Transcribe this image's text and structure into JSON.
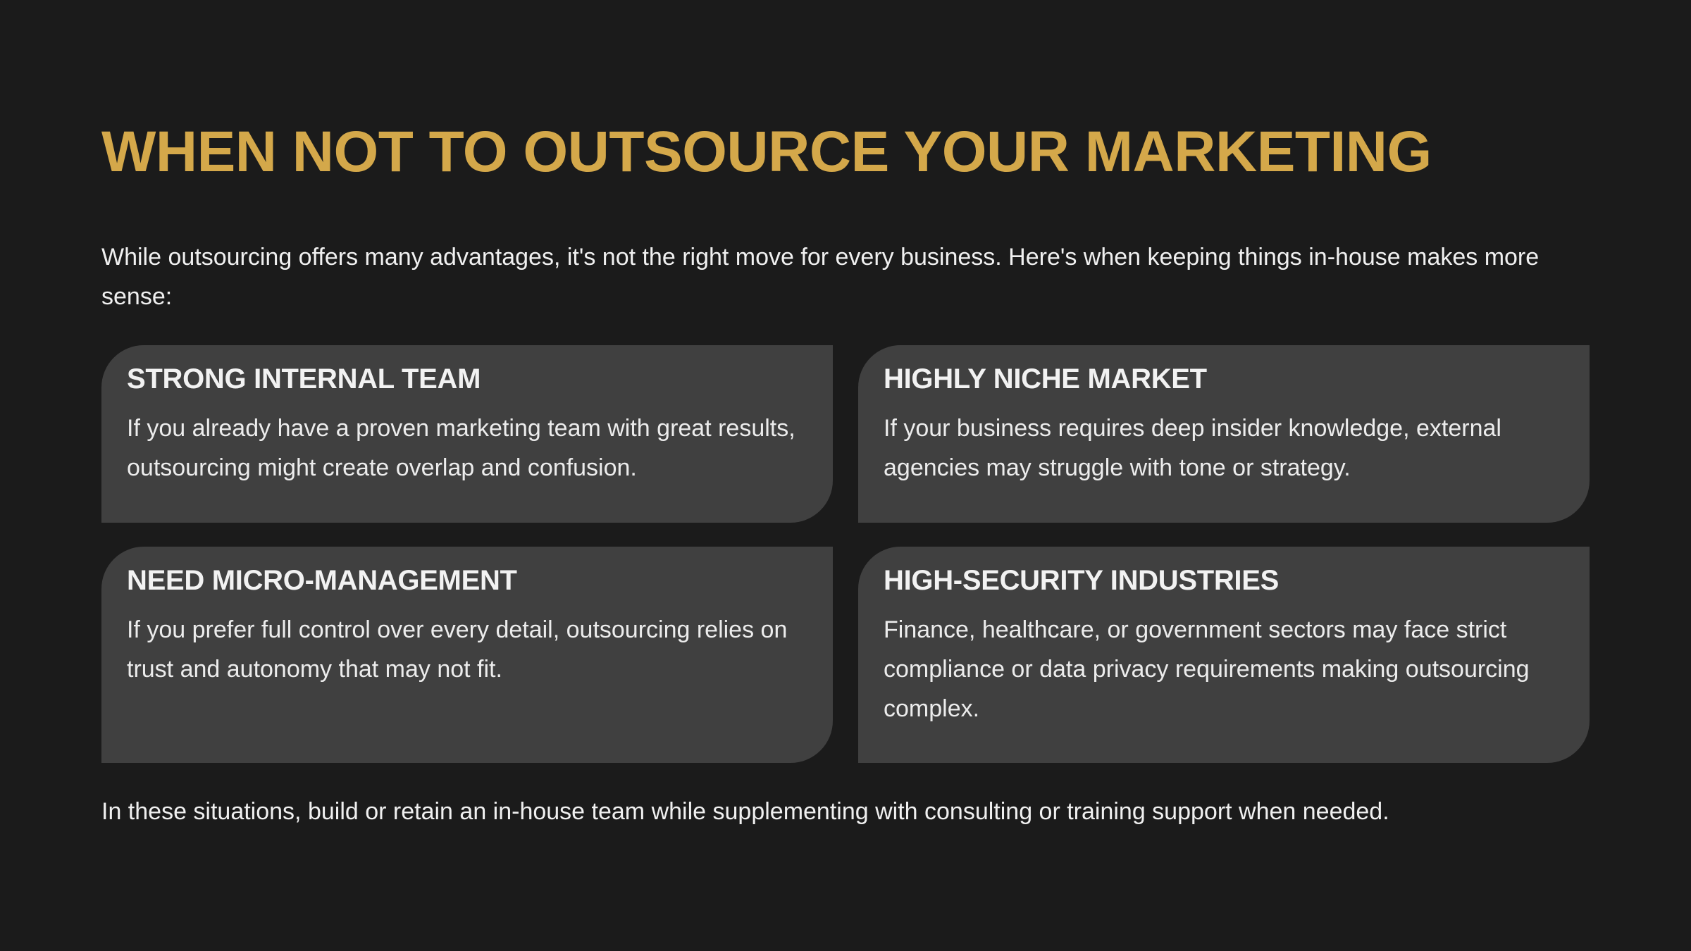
{
  "slide": {
    "title": "WHEN NOT TO OUTSOURCE YOUR MARKETING",
    "intro": "While outsourcing offers many advantages, it's not the right move for every business. Here's when keeping things in-house makes more sense:",
    "cards": [
      {
        "heading": "STRONG INTERNAL TEAM",
        "body": "If you already have a proven marketing team with great results, outsourcing might create overlap and confusion."
      },
      {
        "heading": "HIGHLY NICHE MARKET",
        "body": "If your business requires deep insider knowledge, external agencies may struggle with tone or strategy."
      },
      {
        "heading": "NEED MICRO-MANAGEMENT",
        "body": "If you prefer full control over every detail, outsourcing relies on trust and autonomy that may not fit."
      },
      {
        "heading": "HIGH-SECURITY INDUSTRIES",
        "body": "Finance, healthcare, or government sectors may face strict compliance or data privacy requirements making outsourcing complex."
      }
    ],
    "footer": "In these situations, build or retain an in-house team while supplementing with consulting or training support when needed."
  },
  "colors": {
    "background": "#1b1b1b",
    "card_background": "#404040",
    "title_accent": "#d4a84a",
    "text": "#f0f0f0"
  }
}
